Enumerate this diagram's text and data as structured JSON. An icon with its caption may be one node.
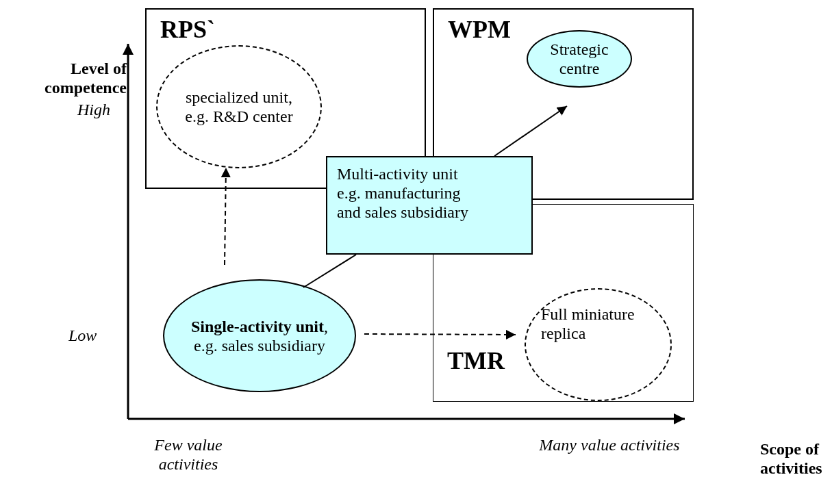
{
  "diagram": {
    "nodes": [
      {
        "text": [
          "RPS`"
        ]
      },
      {
        "text": [
          "specialized unit, e.g. R&D center"
        ],
        "in": 0
      },
      {
        "text": [
          "WPM"
        ]
      },
      {
        "text": [
          "Strategic centre"
        ],
        "in": 2
      },
      {
        "text": [
          "TMR"
        ]
      },
      {
        "text": [
          "Full miniature replica"
        ],
        "in": 4
      },
      {
        "text": [
          "Multi-activity unit e.g. manufacturing and sales subsidiary"
        ]
      },
      {
        "text": [
          "**Single-activity unit**, e.g. sales subsidiary"
        ]
      }
    ],
    "edges": [
      {
        "from": 7,
        "to": 1,
        "arrow": "to",
        "style": "dashed"
      },
      {
        "from": 7,
        "to": 5,
        "arrow": "to",
        "style": "dashed"
      },
      {
        "from": 7,
        "to": 6,
        "arrow": "none"
      },
      {
        "from": 6,
        "to": 3,
        "arrow": "to"
      }
    ],
    "labels": [
      "Level of competence",
      "High",
      "Low",
      "Few value activities",
      "Many value activities",
      "Scope of activities"
    ]
  }
}
